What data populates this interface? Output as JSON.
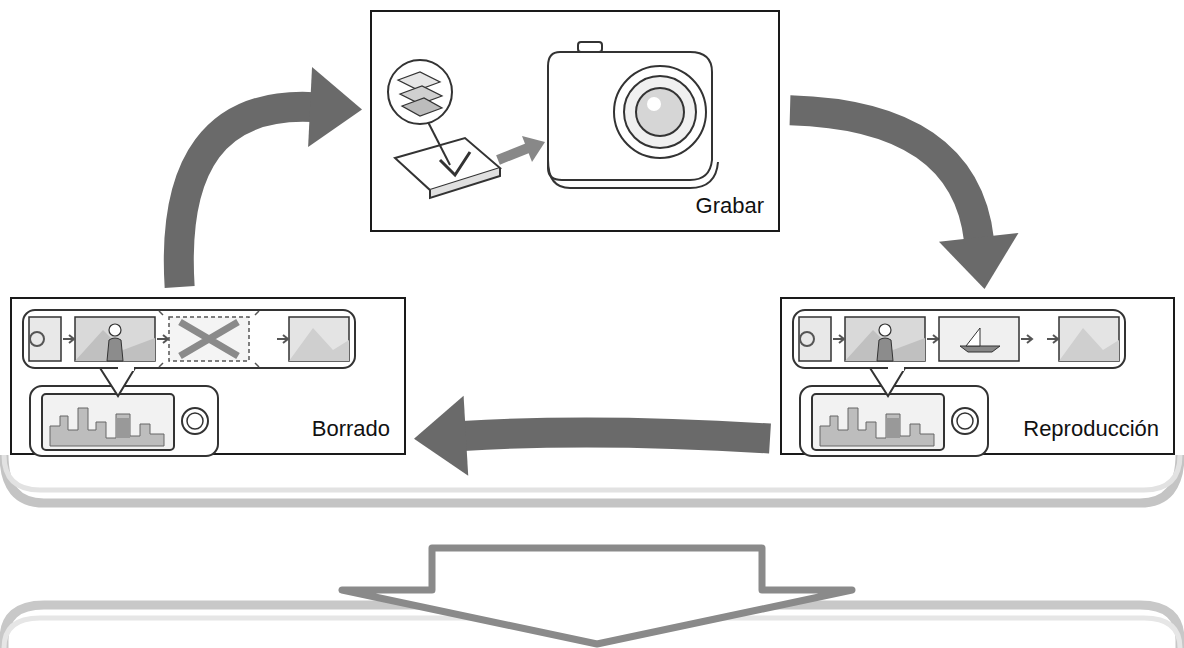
{
  "diagram": {
    "nodes": [
      {
        "text": [
          "Grabar"
        ]
      },
      {
        "text": [
          "Borrado"
        ]
      },
      {
        "text": [
          "Reproducción"
        ]
      }
    ],
    "edges": [
      {
        "from": 0,
        "to": 2,
        "arrow": "to"
      },
      {
        "from": 2,
        "to": 1,
        "arrow": "to"
      },
      {
        "from": 1,
        "to": 0,
        "arrow": "to"
      }
    ]
  }
}
